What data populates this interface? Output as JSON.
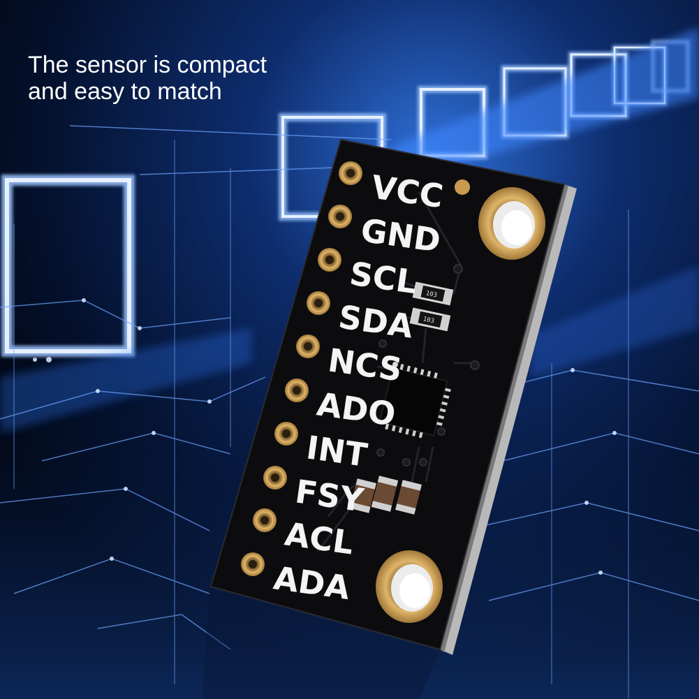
{
  "caption": {
    "line1": "The sensor is compact",
    "line2": "and easy to match"
  },
  "pins": [
    "VCC",
    "GND",
    "SCL",
    "SDA",
    "NCS",
    "ADO",
    "INT",
    "FSY",
    "ACL",
    "ADA"
  ],
  "resistor_marking": "103",
  "colors": {
    "background": "#02081a",
    "glow": "#5a9cff",
    "board": "#0b0b0d",
    "gold": "#c99a4e",
    "caption_text": "#ffffff"
  }
}
